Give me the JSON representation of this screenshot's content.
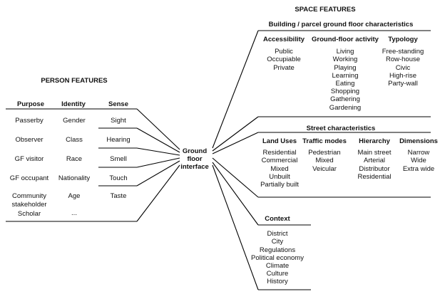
{
  "space": {
    "title": "SPACE FEATURES",
    "building": {
      "title": "Building / parcel ground floor characteristics",
      "columns": [
        {
          "header": "Accessibility",
          "items": [
            "Public",
            "Occupiable",
            "Private"
          ]
        },
        {
          "header": "Ground-floor activity",
          "items": [
            "Living",
            "Working",
            "Playing",
            "Learning",
            "Eating",
            "Shopping",
            "Gathering",
            "Gardening"
          ]
        },
        {
          "header": "Typology",
          "items": [
            "Free-standing",
            "Row-house",
            "Civic",
            "High-rise",
            "Party-wall"
          ]
        }
      ]
    },
    "street": {
      "title": "Street characteristics",
      "columns": [
        {
          "header": "Land Uses",
          "items": [
            "Residential",
            "Commercial",
            "Mixed",
            "Unbuilt",
            "Partially built"
          ]
        },
        {
          "header": "Traffic modes",
          "items": [
            "Pedestrian",
            "Mixed",
            "Veicular"
          ]
        },
        {
          "header": "Hierarchy",
          "items": [
            "Main street",
            "Arterial",
            "Distributor",
            "Residential"
          ]
        },
        {
          "header": "Dimensions",
          "items": [
            "Narrow",
            "Wide",
            "Extra wide"
          ]
        }
      ]
    },
    "context": {
      "title": "Context",
      "items": [
        "District",
        "City",
        "Regulations",
        "Political economy",
        "Climate",
        "Culture",
        "History"
      ]
    }
  },
  "center": {
    "lines": [
      "Ground",
      "floor",
      "interface"
    ]
  },
  "person": {
    "title": "PERSON FEATURES",
    "purpose": {
      "header": "Purpose",
      "items": [
        "Passerby",
        "Observer",
        "GF visitor",
        "GF occupant",
        "Community",
        "stakeholder",
        "Scholar"
      ]
    },
    "identity": {
      "header": "Identity",
      "items": [
        "Gender",
        "Class",
        "Race",
        "Nationality",
        "Age",
        "..."
      ]
    },
    "sense": {
      "header": "Sense",
      "items": [
        "Sight",
        "Hearing",
        "Smell",
        "Touch",
        "Taste"
      ]
    }
  }
}
